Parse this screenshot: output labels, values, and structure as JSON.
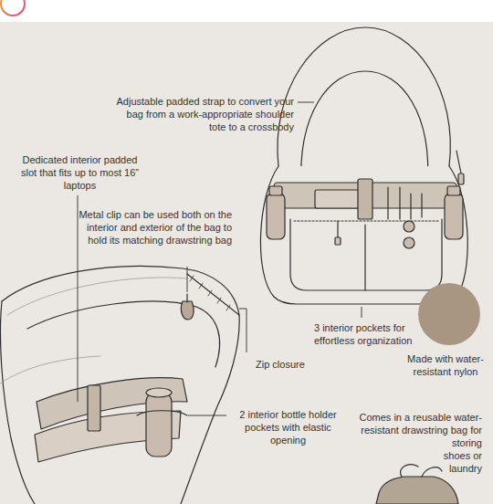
{
  "diagram": {
    "labels": [
      "Adjustable padded strap to convert your bag from a work-appropriate shoulder tote to a crossbody",
      "Dedicated interior padded slot that fits up to most 16” laptops",
      "Metal clip can be used both on the interior and exterior of the bag to hold its matching drawstring bag",
      "3 interior pockets for effortless organization",
      "Made with water-resistant nylon",
      "Zip closure",
      "2 interior bottle holder pockets with elastic opening",
      "Comes in a reusable water-resistant drawstring bag for storing shoes or laundry"
    ]
  }
}
